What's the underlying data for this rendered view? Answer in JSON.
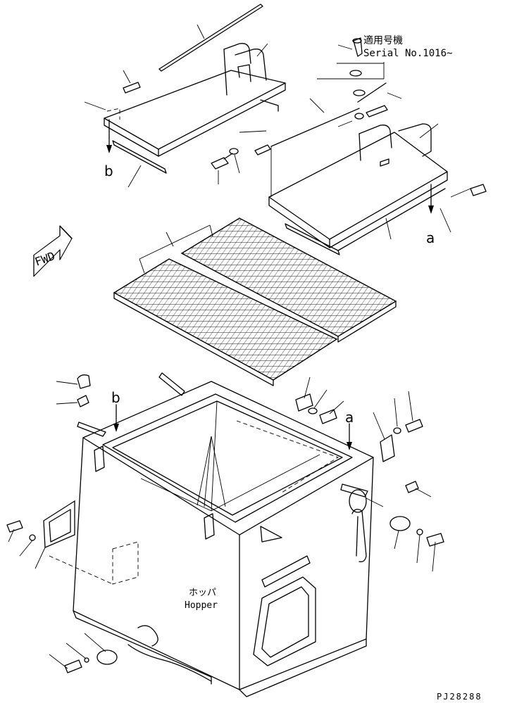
{
  "notes": {
    "applicable_model": "適用号機",
    "serial": "Serial No.1016~"
  },
  "labels": {
    "hopper_jp": "ホッパ",
    "hopper_en": "Hopper",
    "fwd": "FWD",
    "arrow_a_top": "a",
    "arrow_b_top": "b",
    "arrow_a_bottom": "a",
    "arrow_b_bottom": "b"
  },
  "drawing_id": "PJ28288",
  "colors": {
    "line": "#000000",
    "background": "#ffffff"
  }
}
